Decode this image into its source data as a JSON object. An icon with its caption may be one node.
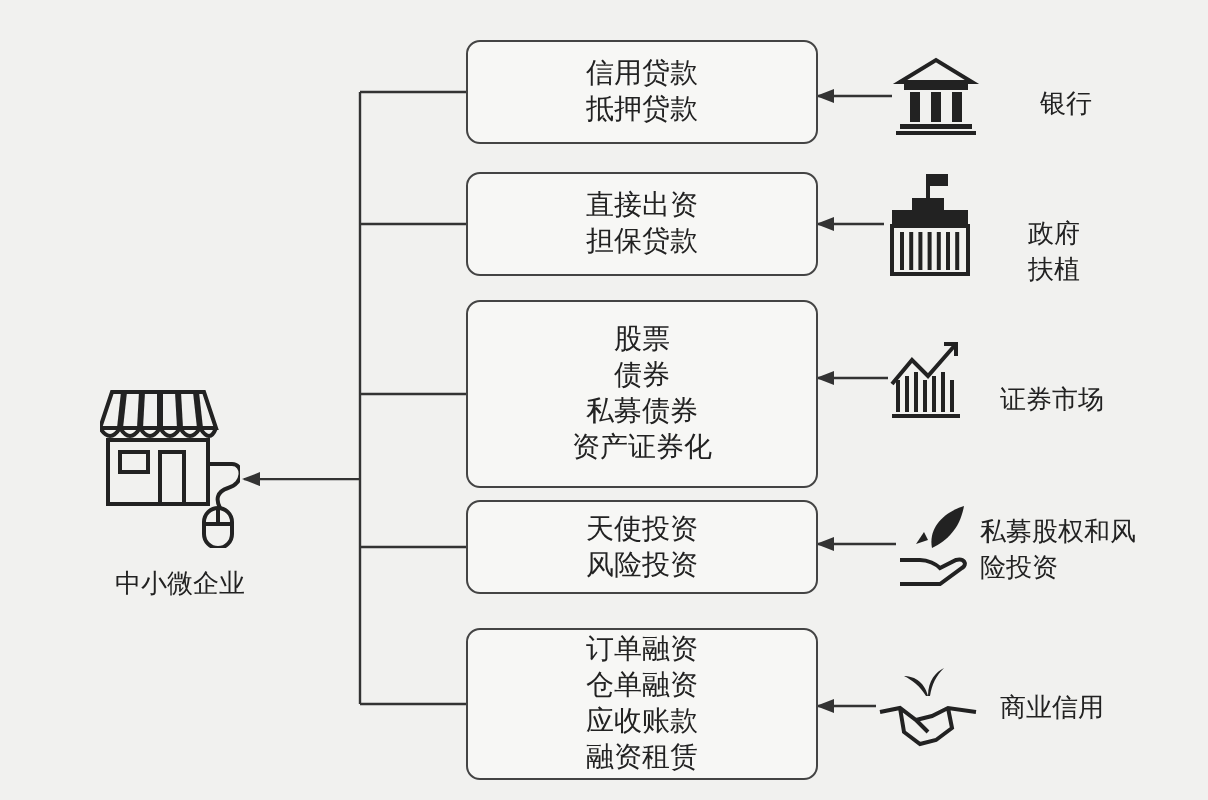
{
  "diagram": {
    "nodes": [
      {
        "text": [
          "信用贷款抵押贷款"
        ]
      },
      {
        "text": [
          "直接出资担保贷款"
        ]
      },
      {
        "text": [
          "股票",
          "债券",
          "私募债券",
          "资产证券化"
        ]
      },
      {
        "text": [
          "天使投资风险投资"
        ]
      },
      {
        "text": [
          "订单融资仓单融资应收账款融资租赁"
        ]
      },
      {
        "text": [],
        "shape": "picture",
        "beside": [
          "银行"
        ]
      },
      {
        "text": [],
        "shape": "picture",
        "beside": [
          "政府扶植"
        ]
      },
      {
        "text": [],
        "shape": "picture",
        "beside": [
          "证券市场"
        ]
      },
      {
        "text": [],
        "shape": "picture",
        "beside": [
          "私募股权和风险投资"
        ]
      },
      {
        "text": [],
        "shape": "picture",
        "beside": [
          "商业信用"
        ]
      },
      {
        "text": [],
        "shape": "picture",
        "beside": [
          "中小微企业"
        ]
      }
    ],
    "edges": [
      {
        "from": 5,
        "to": 0,
        "arrow": "to"
      },
      {
        "from": 6,
        "to": 1,
        "arrow": "to"
      },
      {
        "from": 7,
        "to": 2,
        "arrow": "to"
      },
      {
        "from": 8,
        "to": 3,
        "arrow": "to"
      },
      {
        "from": 9,
        "to": 4,
        "arrow": "to"
      },
      {
        "from": 0,
        "to": 10,
        "arrow": "to"
      },
      {
        "from": 1,
        "to": 10,
        "arrow": "to"
      },
      {
        "from": 2,
        "to": 10,
        "arrow": "to"
      },
      {
        "from": 3,
        "to": 10,
        "arrow": "to"
      },
      {
        "from": 4,
        "to": 10,
        "arrow": "to"
      }
    ]
  }
}
